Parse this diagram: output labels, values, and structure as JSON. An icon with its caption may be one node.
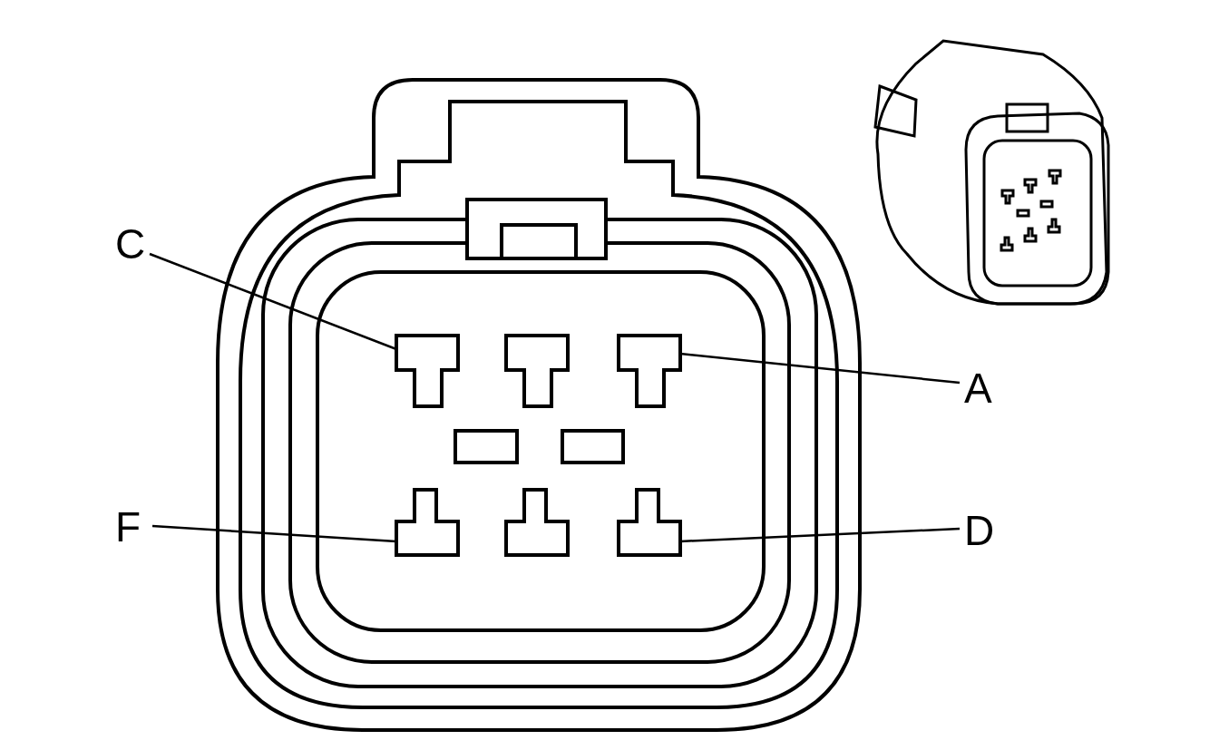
{
  "diagram": {
    "nodes": [
      {
        "text": [
          "C"
        ]
      },
      {
        "text": [
          "A"
        ]
      },
      {
        "text": [
          "F"
        ]
      },
      {
        "text": [
          "D"
        ]
      },
      {
        "text": [],
        "shape": "box"
      },
      {
        "text": [],
        "shape": "box"
      },
      {
        "text": [],
        "shape": "box"
      },
      {
        "text": [],
        "shape": "box"
      }
    ],
    "edges": [
      {
        "from": 0,
        "to": 4,
        "arrow": "none"
      },
      {
        "from": 1,
        "to": 5,
        "arrow": "none"
      },
      {
        "from": 2,
        "to": 6,
        "arrow": "none"
      },
      {
        "from": 3,
        "to": 7,
        "arrow": "none"
      }
    ]
  }
}
